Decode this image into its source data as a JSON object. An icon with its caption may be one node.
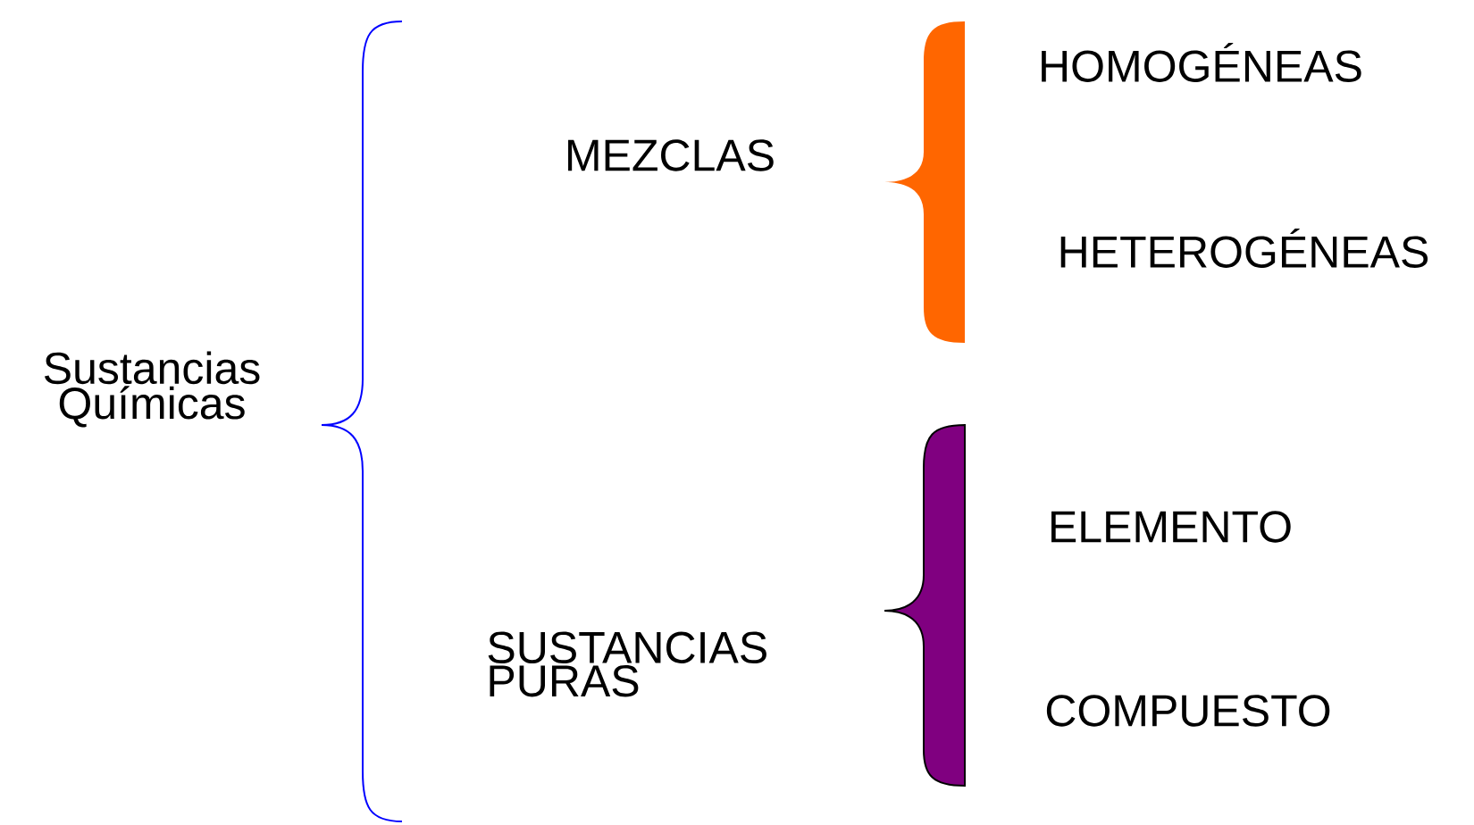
{
  "diagram": {
    "nodes": [
      {
        "text": [
          "Sustancias Químicas"
        ]
      },
      {
        "text": [
          "MEZCLAS"
        ]
      },
      {
        "text": [
          "HOMOGÉNEAS"
        ]
      },
      {
        "text": [
          "HETEROGÉNEAS"
        ]
      },
      {
        "text": [
          "SUSTANCIAS PURAS"
        ]
      },
      {
        "text": [
          "ELEMENTO"
        ]
      },
      {
        "text": [
          "COMPUESTO"
        ]
      }
    ]
  }
}
